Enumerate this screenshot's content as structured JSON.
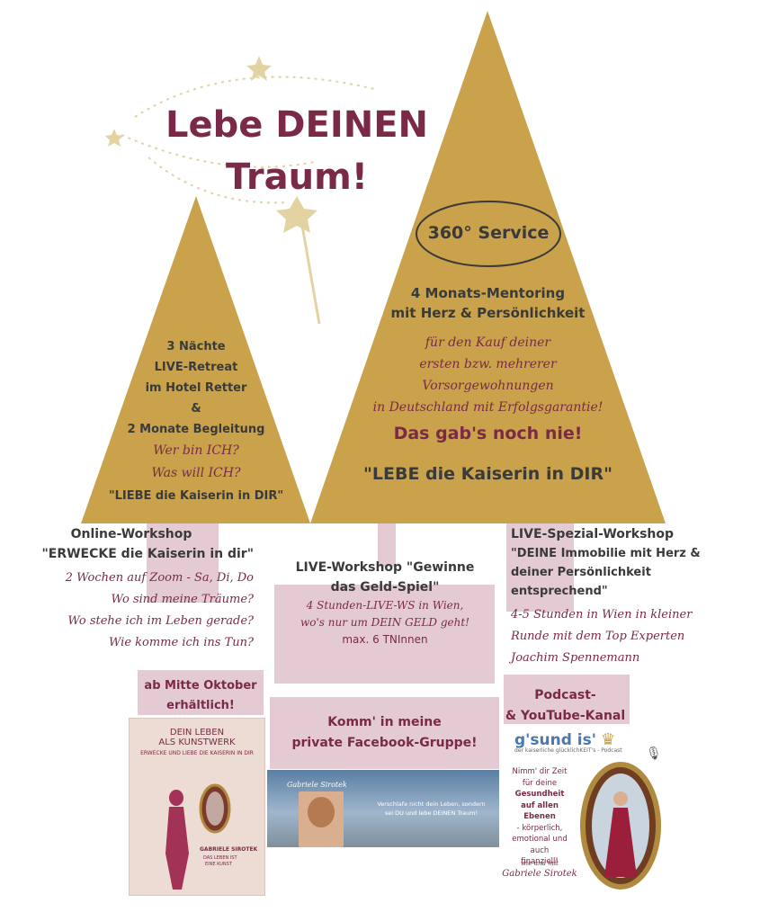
{
  "title": {
    "line1": "Lebe DEINEN",
    "line2": "Traum!"
  },
  "service_badge": "360° Service",
  "big_triangle": {
    "heading1": "4 Monats-Mentoring",
    "heading2": "mit Herz & Persönlichkeit",
    "lines": [
      "für den Kauf deiner",
      "ersten bzw. mehrerer",
      "Vorsorgewohnungen",
      "in Deutschland mit Erfolgsgarantie!"
    ],
    "highlight": "Das gab's noch nie!",
    "motto": "\"LEBE die Kaiserin in DIR\""
  },
  "small_triangle": {
    "lines": [
      "3 Nächte",
      "LIVE-Retreat",
      "im Hotel Retter",
      "&",
      "2 Monate Begleitung"
    ],
    "questions": [
      "Wer bin ICH?",
      "Was will ICH?"
    ],
    "motto": "\"LIEBE die Kaiserin in DIR\""
  },
  "online_workshop": {
    "title": "Online-Workshop",
    "subtitle": "\"ERWECKE die Kaiserin in dir\"",
    "lines": [
      "2 Wochen auf Zoom - Sa, Di, Do",
      "Wo sind meine Träume?",
      "Wo stehe ich im Leben gerade?",
      "Wie komme ich ins Tun?"
    ]
  },
  "live_workshop": {
    "title1": "LIVE-Workshop \"Gewinne",
    "title2": "das Geld-Spiel\"",
    "lines": [
      "4 Stunden-LIVE-WS in Wien,",
      "wo's nur um DEIN GELD geht!"
    ],
    "note": "max. 6 TNInnen"
  },
  "spezial_workshop": {
    "title": "LIVE-Spezial-Workshop",
    "subtitle": [
      "\"DEINE Immobilie mit Herz &",
      "deiner Persönlichkeit",
      "entsprechend\""
    ],
    "lines": [
      "4-5 Stunden in Wien in kleiner",
      "Runde mit dem Top Experten",
      "Joachim Spennemann"
    ]
  },
  "book_block": {
    "label1": "ab Mitte Oktober",
    "label2": "erhältlich!",
    "cover_title1": "DEIN LEBEN",
    "cover_title2": "ALS KUNSTWERK",
    "cover_subtitle": "ERWECKE UND LIEBE DIE KAISERIN IN DIR",
    "author": "GABRIELE SIROTEK",
    "author_sub1": "DAS LEBEN IST",
    "author_sub2": "EINE KUNST"
  },
  "facebook_block": {
    "label1": "Komm' in meine",
    "label2": "private Facebook-Gruppe!",
    "banner_name": "Gabriele Sirotek",
    "banner_text1": "Verschlafe nicht dein Leben, sondern",
    "banner_text2": "sei DU und lebe DEINEN Traum!"
  },
  "podcast_block": {
    "label1": "Podcast-",
    "label2": "& YouTube-Kanal",
    "logo": "g'sund is'",
    "logo_sub": "der kaiserliche glücklichKEIT's - Podcast",
    "lines": [
      "Nimm' dir Zeit",
      "für deine",
      "Gesundheit",
      "auf allen Ebenen",
      "- körperlich,",
      "emotional und",
      "auch",
      "finanziell!"
    ],
    "signature_pre": "wie und mit",
    "signature": "Gabriele Sirotek"
  },
  "colors": {
    "gold": "#c9a24b",
    "wine": "#7a2a48",
    "pink": "#e4cbd3",
    "dark": "#3a3a3a"
  }
}
